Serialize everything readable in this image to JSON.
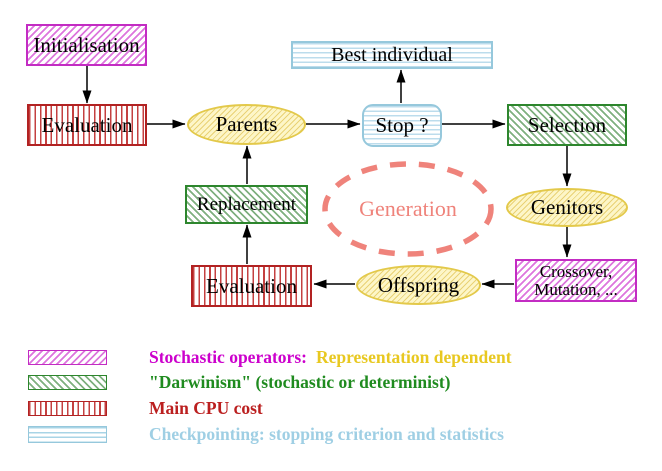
{
  "diagram": {
    "title_hint": "Evolutionary algorithm generation loop",
    "nodes": {
      "initialisation": {
        "label": "Initialisation"
      },
      "evaluation_top": {
        "label": "Evaluation"
      },
      "parents": {
        "label": "Parents"
      },
      "best_individual": {
        "label": "Best individual"
      },
      "stop": {
        "label": "Stop ?"
      },
      "selection": {
        "label": "Selection"
      },
      "genitors": {
        "label": "Genitors"
      },
      "crossover": {
        "line1": "Crossover,",
        "line2": "Mutation, ..."
      },
      "offspring": {
        "label": "Offspring"
      },
      "evaluation_bottom": {
        "label": "Evaluation"
      },
      "replacement": {
        "label": "Replacement"
      },
      "generation": {
        "label": "Generation"
      }
    },
    "edges": [
      "initialisation->evaluation_top",
      "evaluation_top->parents",
      "parents->stop",
      "stop->best_individual",
      "stop->selection",
      "selection->genitors",
      "genitors->crossover",
      "crossover->offspring",
      "offspring->evaluation_bottom",
      "evaluation_bottom->replacement",
      "replacement->parents"
    ]
  },
  "legend": {
    "row1": {
      "label_primary": "Stochastic operators:",
      "label_secondary": "Representation dependent"
    },
    "row2": {
      "label": "\"Darwinism\" (stochastic or determinist)"
    },
    "row3": {
      "label": "Main CPU cost"
    },
    "row4": {
      "label": "Checkpointing: stopping criterion and statistics"
    }
  },
  "colors": {
    "magenta_border": "#c32cc3",
    "magenta_hatch": "#dd76dd",
    "green_border": "#2d862d",
    "green_hatch": "#7fb07f",
    "red_border": "#b22222",
    "red_stripe": "#c44040",
    "cyan_border": "#96c8dc",
    "cyan_stripe": "#bcdcec",
    "yellow_border": "#e3c94a",
    "yellow_fill": "#fdf6c8",
    "salmon_generation": "#ef837b",
    "legend_magenta_text": "#cc00cc",
    "legend_gold_text": "#e8c820",
    "legend_green_text": "#1f8b1f",
    "legend_red_text": "#bb1f1f",
    "legend_cyan_text": "#9fcfe4",
    "arrow": "#000000",
    "node_text": "#000000",
    "background": "#ffffff"
  }
}
